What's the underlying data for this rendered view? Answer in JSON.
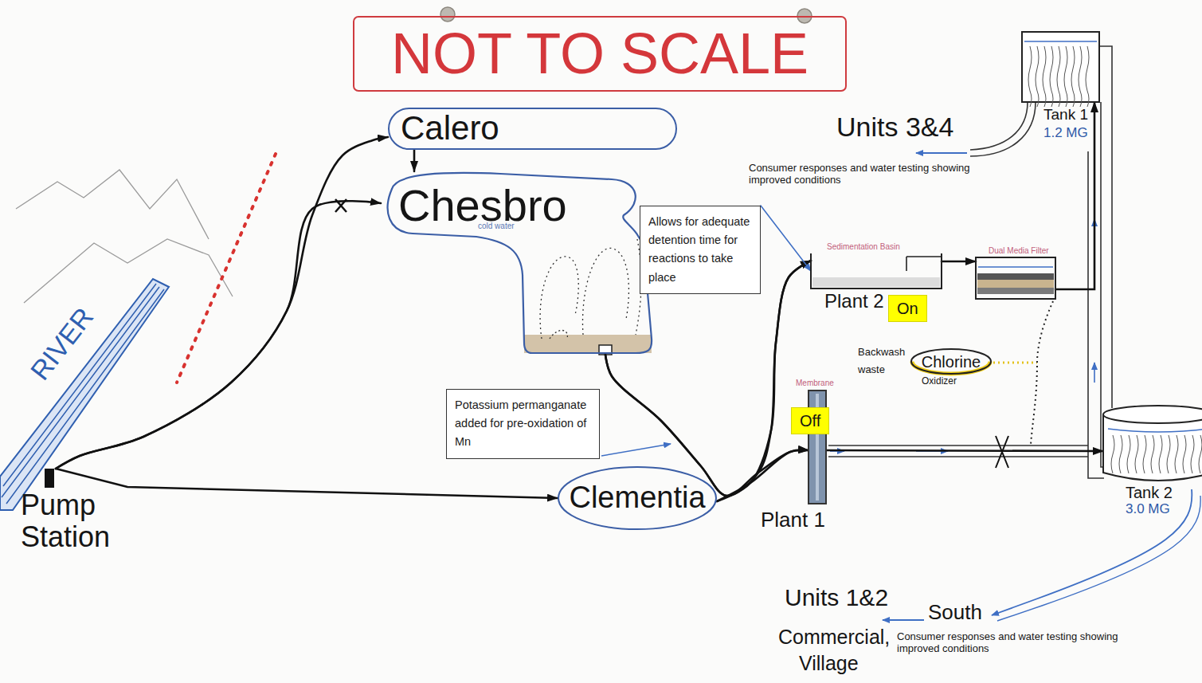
{
  "diagram": {
    "nodes": [
      {
        "text": [
          "NOT TO SCALE"
        ]
      },
      {
        "text": [
          "Calero"
        ]
      },
      {
        "text": [
          "Chesbro"
        ]
      },
      {
        "text": [
          "Tank 1",
          "1.2 MG"
        ]
      },
      {
        "text": [
          "Allows for adequate detention time for reactions to take place"
        ]
      },
      {
        "text": [
          "Sedimentation Basin",
          "Plant 2"
        ]
      },
      {
        "text": [
          "Dual Media Filter"
        ]
      },
      {
        "text": [
          "On"
        ]
      },
      {
        "text": [
          "Chlorine",
          "Oxidizer"
        ]
      },
      {
        "text": [
          "Potassium permanganate added for pre-oxidation of Mn"
        ]
      },
      {
        "text": [
          "Off"
        ]
      },
      {
        "text": [
          "Membrane",
          "Plant 1"
        ]
      },
      {
        "text": [
          "Tank 2",
          "3.0 MG"
        ]
      },
      {
        "text": [
          "Pump Station"
        ]
      },
      {
        "text": [
          "Clementia"
        ]
      }
    ],
    "edges": [
      {
        "from": 13,
        "to": 1,
        "arrow": "to"
      },
      {
        "from": 13,
        "to": 2,
        "arrow": "to"
      },
      {
        "from": 1,
        "to": 2,
        "arrow": "to"
      },
      {
        "from": 13,
        "to": 14,
        "arrow": "to"
      },
      {
        "from": 2,
        "to": 11,
        "arrow": "to"
      },
      {
        "from": 14,
        "to": 11,
        "arrow": "to"
      },
      {
        "from": 2,
        "to": 5,
        "arrow": "to"
      },
      {
        "from": 14,
        "to": 5,
        "arrow": "to"
      },
      {
        "from": 5,
        "to": 6,
        "arrow": "to"
      },
      {
        "from": 6,
        "to": 3,
        "arrow": "to"
      },
      {
        "from": 11,
        "to": 12,
        "arrow": "to"
      },
      {
        "from": 4,
        "to": 5,
        "arrow": "to"
      }
    ],
    "labels": [
      "RIVER",
      "cold water",
      "Units 3&4",
      "Consumer responses and water testing showing improved conditions",
      "Backwash waste",
      "Units 1&2",
      "South",
      "Commercial,",
      "Village",
      "Consumer responses and water testing showing improved conditions"
    ]
  }
}
